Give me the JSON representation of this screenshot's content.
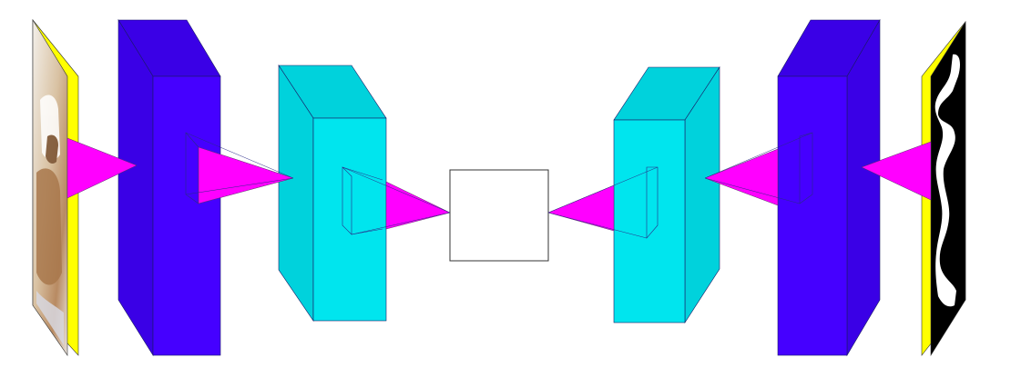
{
  "diagram": {
    "kind": "encoder-decoder convolutional network illustration",
    "colors": {
      "background": "#ffffff",
      "input_frame": "#ffff00",
      "block_large": "#4500ff",
      "block_large_side": "#3a00e6",
      "block_medium": "#00e5ee",
      "block_medium_side": "#00d2dc",
      "kernel": "#ff00ff",
      "outline": "#1a1a66",
      "mask_foreground": "#ffffff",
      "mask_background": "#000000",
      "photo_tones": "#c8a07a"
    },
    "layers": [
      {
        "role": "input-image",
        "icon": "photo-icon"
      },
      {
        "role": "encoder-block-1",
        "color": "block_large"
      },
      {
        "role": "encoder-block-2",
        "color": "block_medium"
      },
      {
        "role": "bottleneck"
      },
      {
        "role": "decoder-block-1",
        "color": "block_medium"
      },
      {
        "role": "decoder-block-2",
        "color": "block_large"
      },
      {
        "role": "output-mask",
        "icon": "segmentation-mask-icon"
      }
    ],
    "connections": [
      {
        "from": "input-image",
        "to": "encoder-block-1"
      },
      {
        "from": "encoder-block-1",
        "to": "encoder-block-2"
      },
      {
        "from": "encoder-block-2",
        "to": "bottleneck"
      },
      {
        "from": "bottleneck",
        "to": "decoder-block-1"
      },
      {
        "from": "decoder-block-1",
        "to": "decoder-block-2"
      },
      {
        "from": "decoder-block-2",
        "to": "output-mask"
      }
    ]
  }
}
